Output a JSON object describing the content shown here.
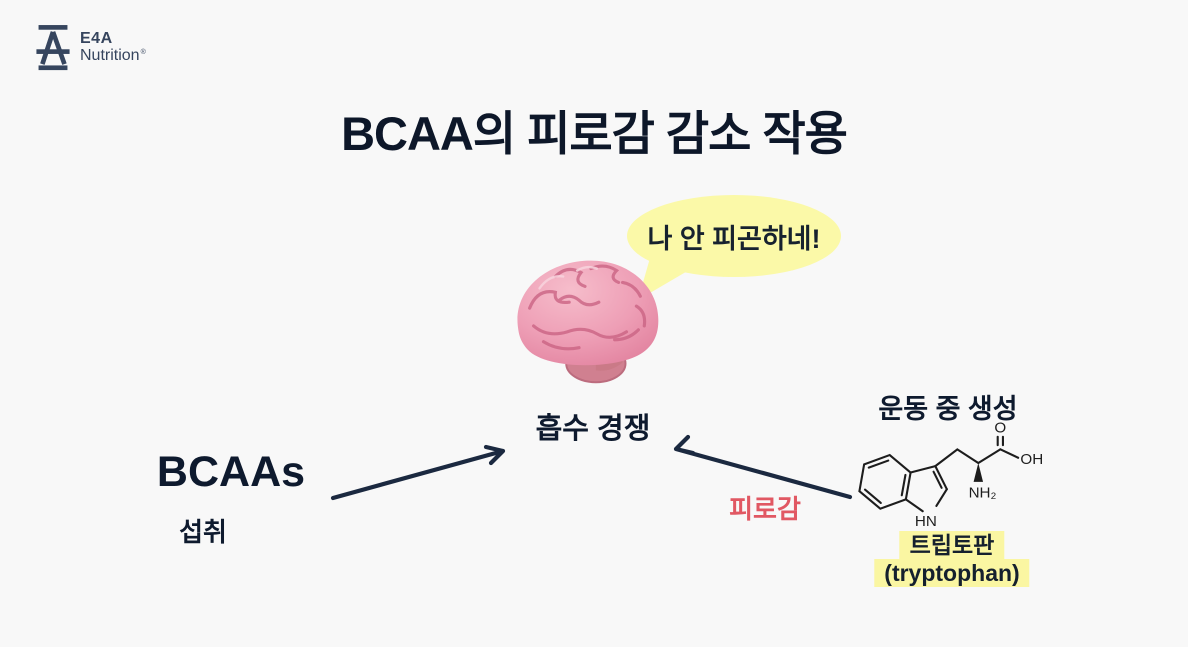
{
  "logo": {
    "brand": "E4A",
    "name": "Nutrition",
    "reg": "®"
  },
  "title": "BCAA의 피로감 감소 작용",
  "bubble": {
    "text": "나 안 피곤하네!"
  },
  "brain": {
    "icon": "brain-emoji"
  },
  "center": {
    "label": "흡수 경쟁"
  },
  "bcaa": {
    "name": "BCAAs",
    "action": "섭취"
  },
  "tryptophan": {
    "context": "운동 중 생성",
    "arrow_label": "피로감",
    "name_ko": "트립토판",
    "name_en": "(tryptophan)",
    "atoms": {
      "o": "O",
      "oh": "OH",
      "nh2": "NH₂",
      "hn": "HN"
    }
  },
  "colors": {
    "background": "#f8f8f8",
    "text_dark": "#0d1729",
    "arrow_navy": "#1b2940",
    "fatigue_red": "#e15863",
    "bubble_yellow": "#fbf9a8",
    "highlight_yellow": "#faf6a2",
    "logo_slate": "#36455e",
    "brain_pink": "#ec9ab2"
  }
}
